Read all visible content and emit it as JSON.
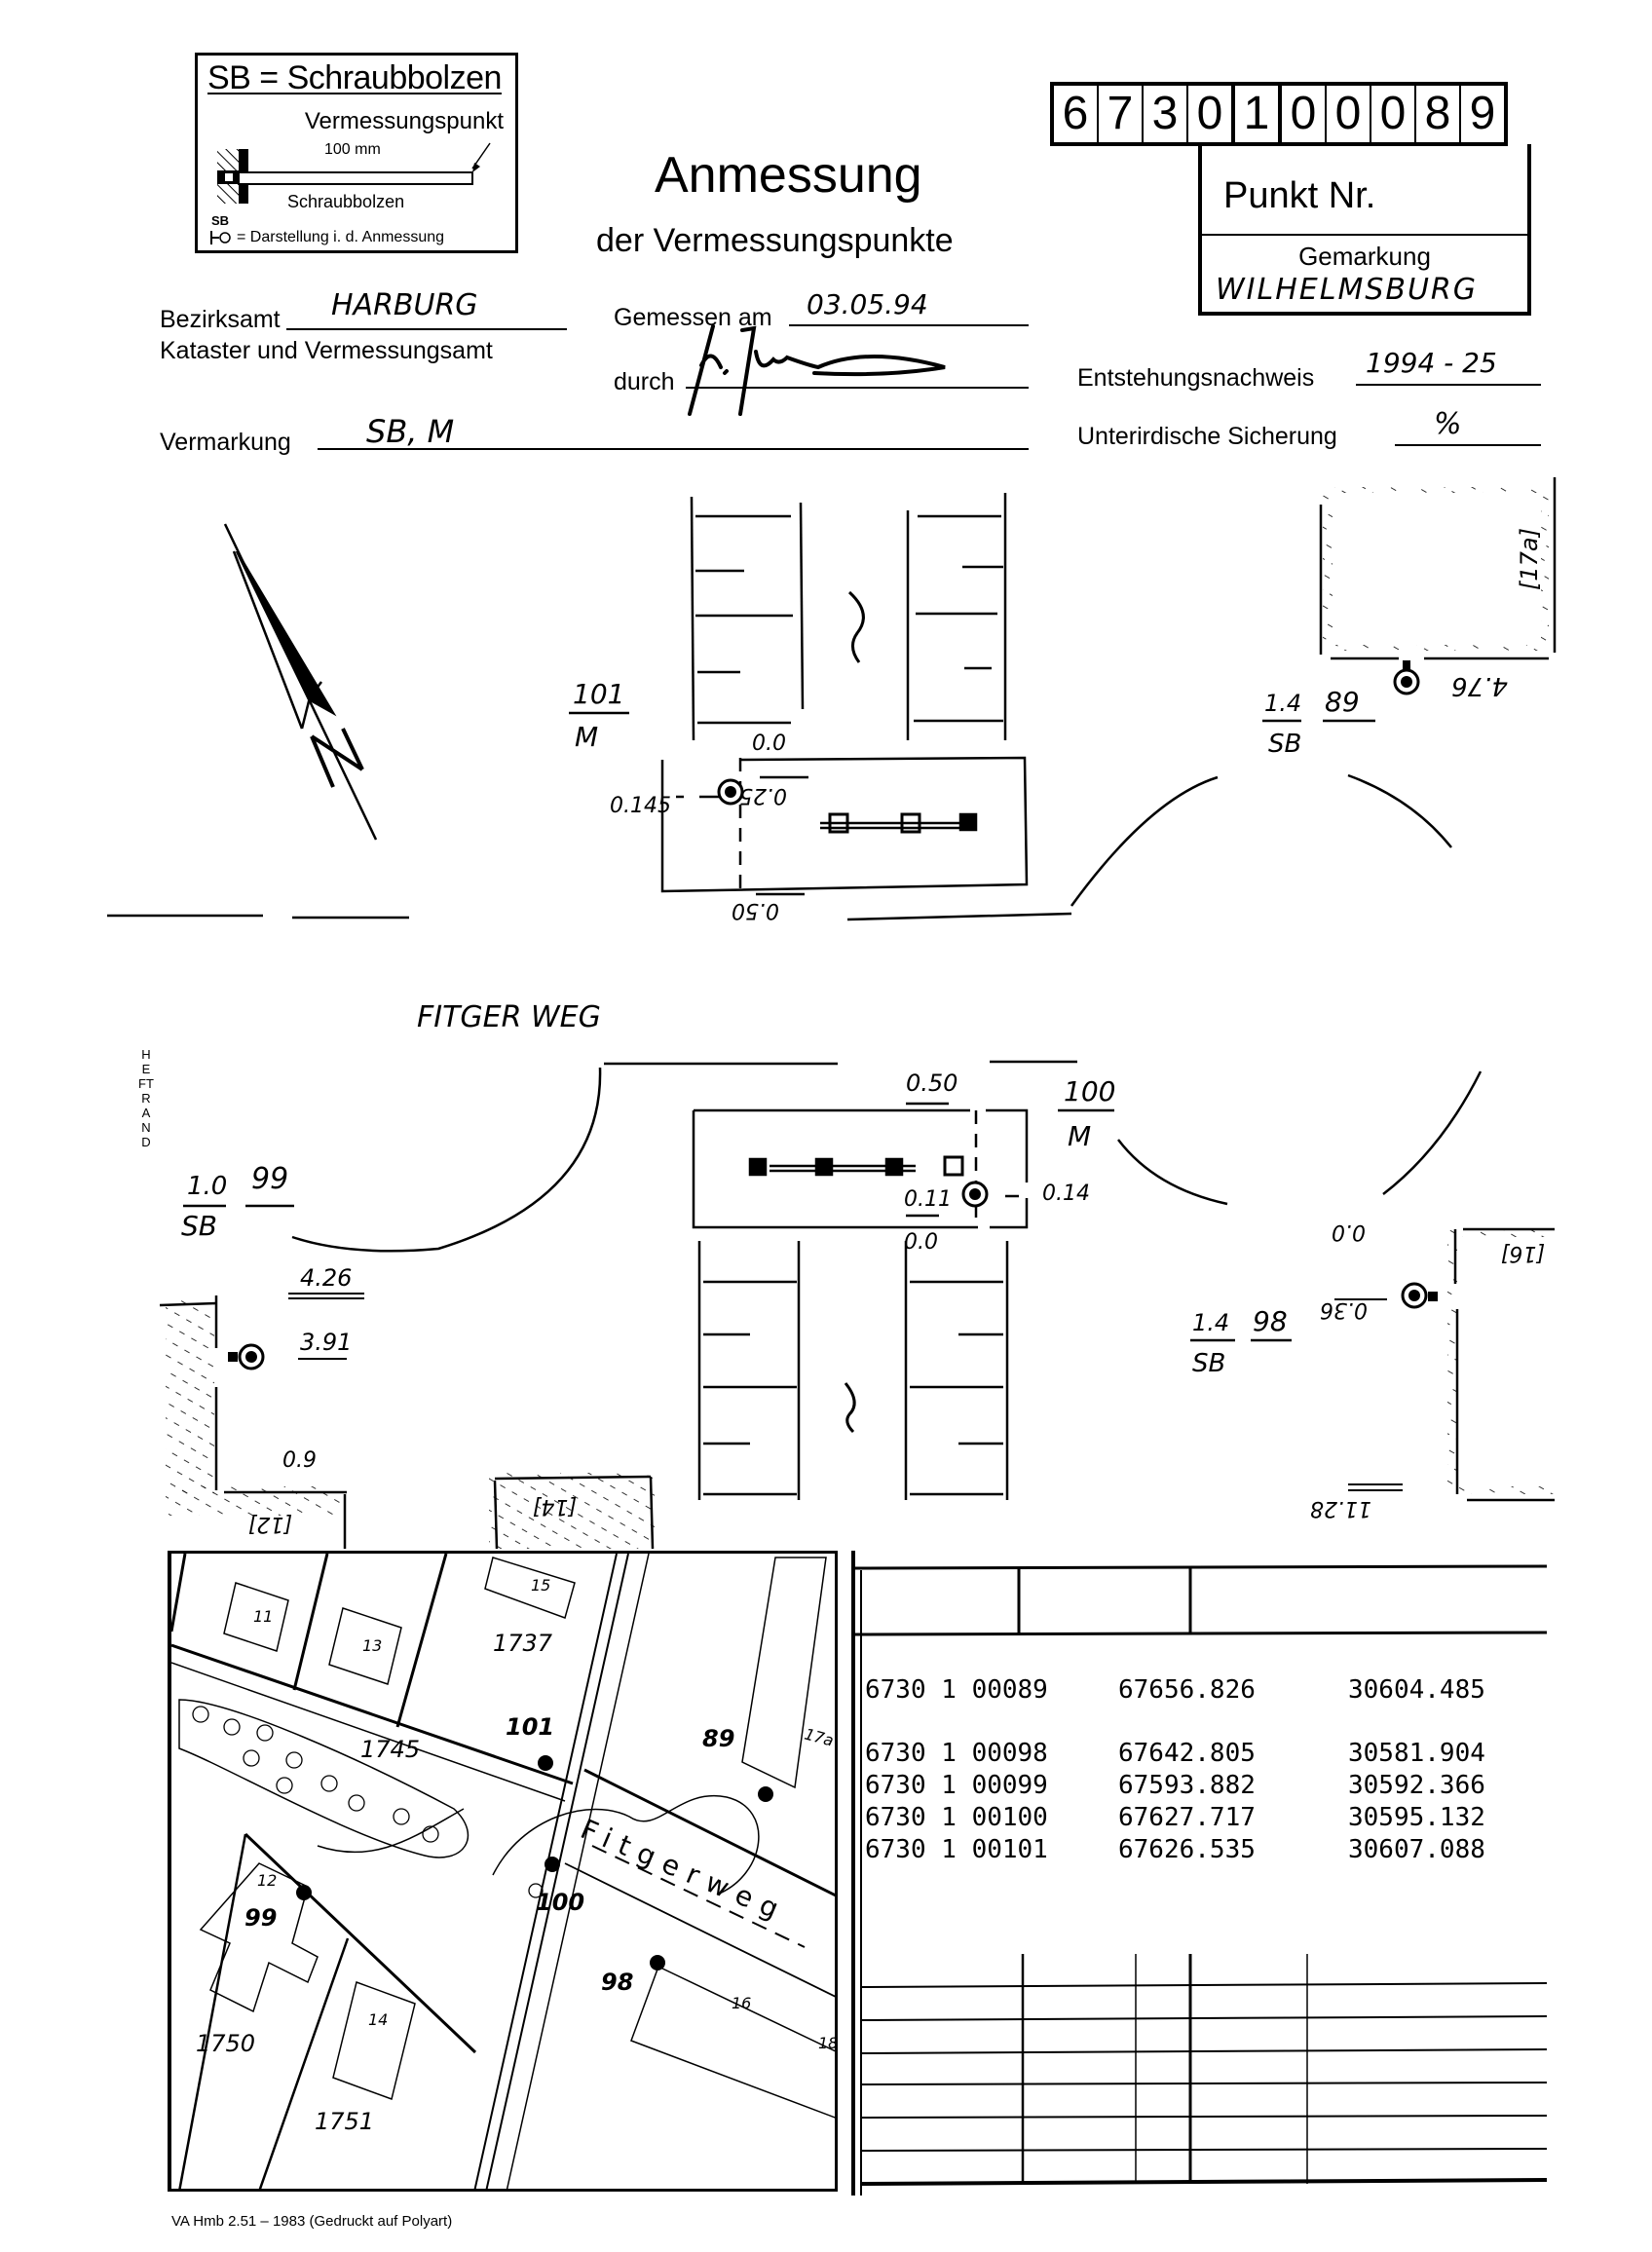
{
  "legend": {
    "title": "SB = Schraubbolzen",
    "point_label": "Vermessungspunkt",
    "length": "100 mm",
    "bolt_label": "Schraubbolzen",
    "symbol_abbrev": "SB",
    "symbol_desc": "= Darstellung i. d. Anmessung"
  },
  "title": {
    "main": "Anmessung",
    "sub": "der Vermessungspunkte"
  },
  "punkt": {
    "digits": [
      "6",
      "7",
      "3",
      "0",
      "1",
      "0",
      "0",
      "0",
      "8",
      "9"
    ],
    "label": "Punkt Nr.",
    "gemarkung_label": "Gemarkung",
    "gemarkung_value": "WILHELMSBURG"
  },
  "form": {
    "bezirksamt_label": "Bezirksamt",
    "bezirksamt_value": "HARBURG",
    "kataster_label": "Kataster und Vermessungsamt",
    "gemessen_label": "Gemessen am",
    "gemessen_value": "03.05.94",
    "durch_label": "durch",
    "entstehung_label": "Entstehungsnachweis",
    "entstehung_value": "1994 - 25",
    "vermarkung_label": "Vermarkung",
    "vermarkung_value": "SB, M",
    "sicherung_label": "Unterirdische Sicherung",
    "sicherung_value": "%"
  },
  "sketch": {
    "street_name": "FITGER WEG",
    "heftrand": "HEFTRAND",
    "p101": {
      "num": "101",
      "type": "M",
      "d_top": "0.0",
      "d_left": "0.145",
      "d_right": "0.25",
      "d_bottom": "0.50"
    },
    "p89": {
      "height": "1.4",
      "num": "89",
      "type": "SB",
      "dist": "4.76",
      "house": "[17a]"
    },
    "p100": {
      "num": "100",
      "type": "M",
      "d_top": "0.50",
      "d_inner": "0.11",
      "d_right": "0.14",
      "d_bottom": "0.0"
    },
    "p99": {
      "height": "1.0",
      "num": "99",
      "type": "SB",
      "d1": "4.26",
      "d2": "3.91",
      "d3": "0.9",
      "house_a": "[12]",
      "house_b": "[14]"
    },
    "p98": {
      "height": "1.4",
      "num": "98",
      "type": "SB",
      "d_top": "0.0",
      "d_mid": "0.36",
      "d_bottom": "11.28",
      "house": "[16]"
    }
  },
  "map": {
    "street": "Fitgerweg",
    "parcels": [
      "1737",
      "1745",
      "1750",
      "1751"
    ],
    "houses": [
      "11",
      "13",
      "15",
      "17a",
      "12",
      "14",
      "16",
      "18"
    ],
    "points": [
      "101",
      "89",
      "99",
      "100",
      "98"
    ]
  },
  "coordinates": {
    "rows": [
      {
        "id": "6730 1 00089",
        "x": "67656.826",
        "y": "30604.485"
      },
      {
        "id": "6730 1 00098",
        "x": "67642.805",
        "y": "30581.904"
      },
      {
        "id": "6730 1 00099",
        "x": "67593.882",
        "y": "30592.366"
      },
      {
        "id": "6730 1 00100",
        "x": "67627.717",
        "y": "30595.132"
      },
      {
        "id": "6730 1 00101",
        "x": "67626.535",
        "y": "30607.088"
      }
    ]
  },
  "footer": "VA Hmb 2.51 – 1983 (Gedruckt auf Polyart)"
}
